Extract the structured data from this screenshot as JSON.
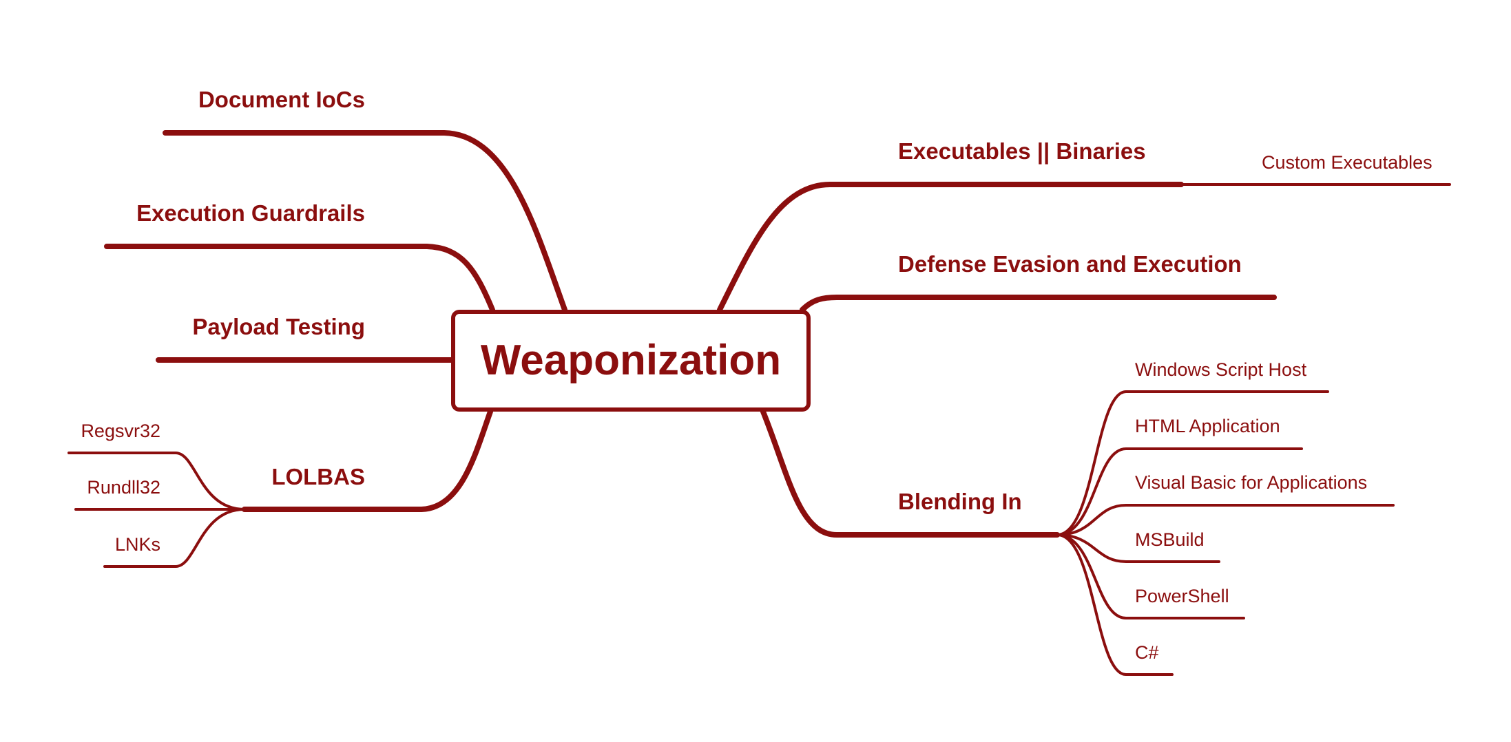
{
  "colors": {
    "accent": "#8b0e0e",
    "background": "#ffffff"
  },
  "root": {
    "label": "Weaponization"
  },
  "branches": {
    "document_iocs": {
      "label": "Document IoCs"
    },
    "execution_guardrails": {
      "label": "Execution Guardrails"
    },
    "payload_testing": {
      "label": "Payload Testing"
    },
    "lolbas": {
      "label": "LOLBAS",
      "children": [
        "Regsvr32",
        "Rundll32",
        "LNKs"
      ]
    },
    "executables_binaries": {
      "label": "Executables || Binaries",
      "children": [
        "Custom Executables"
      ]
    },
    "defense_evasion": {
      "label": "Defense Evasion and Execution"
    },
    "blending_in": {
      "label": "Blending In",
      "children": [
        "Windows Script Host",
        "HTML Application",
        "Visual Basic for Applications",
        "MSBuild",
        "PowerShell",
        "C#"
      ]
    }
  }
}
